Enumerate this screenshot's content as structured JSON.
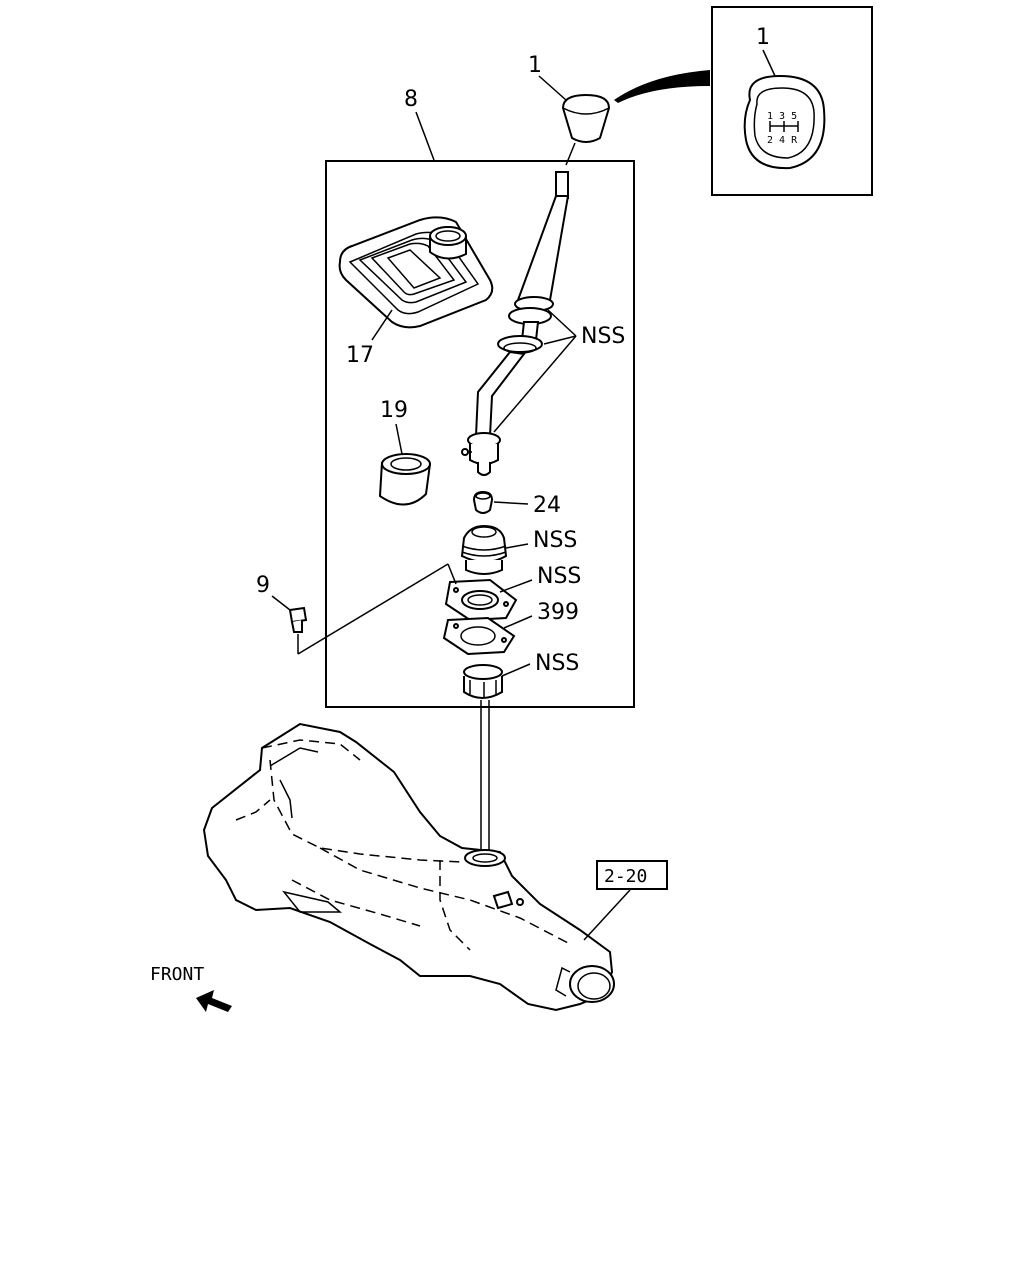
{
  "callouts": {
    "knob": "1",
    "inset_knob": "1",
    "kit": "8",
    "boot": "17",
    "bushing": "19",
    "bolt": "9",
    "ball_seat": "24",
    "lever_nss": "NSS",
    "seat_nss": "NSS",
    "plate_nss": "NSS",
    "gasket": "399",
    "retainer_nss": "NSS",
    "transmission_ref": "2-20"
  },
  "shift_pattern": {
    "top": "1 3 5",
    "bottom": "2 4 R"
  },
  "front_label": "FRONT",
  "colors": {
    "line": "#000000",
    "background": "#ffffff"
  }
}
